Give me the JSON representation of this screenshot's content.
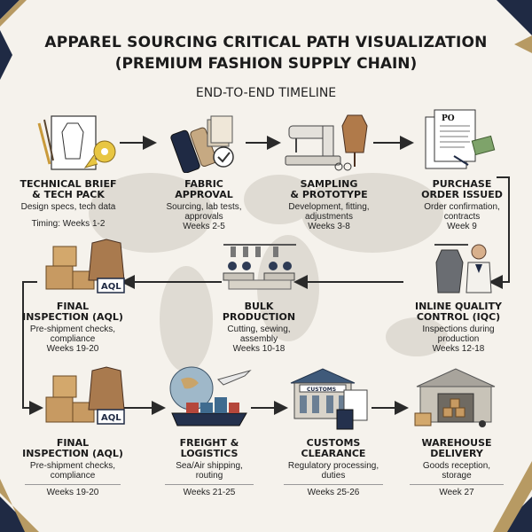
{
  "title_line1": "APPAREL SOURCING CRITICAL PATH VISUALIZATION",
  "title_line2": "(PREMIUM FASHION SUPPLY CHAIN)",
  "subtitle": "END-TO-END TIMELINE",
  "colors": {
    "arrow": "#2a2a2a",
    "navy": "#1f2a44",
    "gold": "#b79a63",
    "background": "#f5f2ec"
  },
  "stages": {
    "tech_brief": {
      "name1": "TECHNICAL BRIEF",
      "name2": "& TECH PACK",
      "desc": "Design specs, tech data",
      "timing": "Timing: Weeks 1-2",
      "icon": "sketch-tape-icon"
    },
    "fabric": {
      "name1": "FABRIC",
      "name2": "APPROVAL",
      "desc1": "Sourcing, lab tests,",
      "desc2": "approvals",
      "timing": "Weeks 2-5",
      "icon": "fabric-rolls-icon"
    },
    "sampling": {
      "name1": "SAMPLING",
      "name2": "& PROTOTYPE",
      "desc1": "Development, fitting,",
      "desc2": "adjustments",
      "timing": "Weeks 3-8",
      "icon": "sewing-machine-icon"
    },
    "po": {
      "name1": "PURCHASE",
      "name2": "ORDER ISSUED",
      "desc1": "Order confirmation,",
      "desc2": "contracts",
      "timing": "Week 9",
      "po_label": "PO",
      "icon": "purchase-order-icon"
    },
    "iqc": {
      "name1": "INLINE QUALITY",
      "name2": "CONTROL (IQC)",
      "desc1": "Inspections during",
      "desc2": "production",
      "timing": "Weeks 12-18",
      "icon": "inspector-icon"
    },
    "bulk": {
      "name1": "BULK",
      "name2": "PRODUCTION",
      "desc1": "Cutting, sewing,",
      "desc2": "assembly",
      "timing": "Weeks 10-18",
      "icon": "factory-floor-icon"
    },
    "final_top": {
      "name1": "FINAL",
      "name2": "INSPECTION (AQL)",
      "desc1": "Pre-shipment checks,",
      "desc2": "compliance",
      "timing": "Weeks 19-20",
      "aql_label": "AQL",
      "icon": "boxes-jacket-icon"
    },
    "final_bottom": {
      "name1": "FINAL",
      "name2": "INSPECTION (AQL)",
      "desc1": "Pre-shipment checks,",
      "desc2": "compliance",
      "timing": "Weeks 19-20",
      "aql_label": "AQL",
      "icon": "boxes-jacket-icon"
    },
    "freight": {
      "name1": "FREIGHT &",
      "name2": "LOGISTICS",
      "desc1": "Sea/Air shipping,",
      "desc2": "routing",
      "timing": "Weeks 21-25",
      "icon": "ship-plane-icon"
    },
    "customs": {
      "name1": "CUSTOMS",
      "name2": "CLEARANCE",
      "desc1": "Regulatory processing,",
      "desc2": "duties",
      "timing": "Weeks 25-26",
      "building_label": "CUSTOMS",
      "icon": "customs-building-icon"
    },
    "warehouse": {
      "name1": "WAREHOUSE",
      "name2": "DELIVERY",
      "desc1": "Goods reception,",
      "desc2": "storage",
      "timing": "Week 27",
      "icon": "warehouse-icon"
    }
  }
}
